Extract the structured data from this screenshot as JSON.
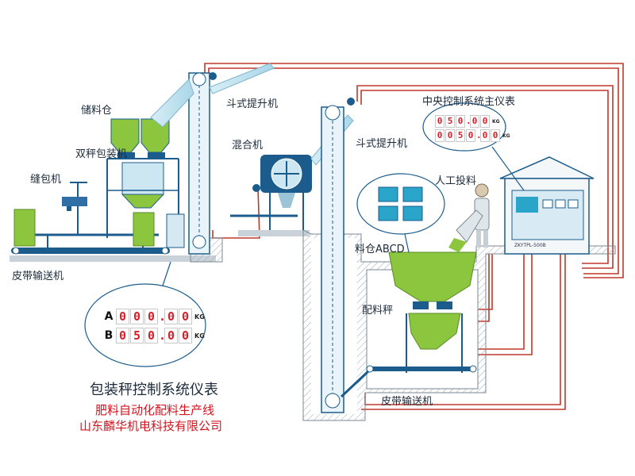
{
  "labels": {
    "storage_bin": "储料仓",
    "twin_scale_packer": "双秤包装机",
    "sewing_machine": "缝包机",
    "belt_conveyor_left": "皮带输送机",
    "bucket_elevator_1": "斗式提升机",
    "mixer": "混合机",
    "bucket_elevator_2": "斗式提升机",
    "central_control_meter": "中央控制系统主仪表",
    "manual_feeding": "人工投料",
    "bin_abcd": "料仓ABCD",
    "batching_scale": "配料秤",
    "belt_conveyor_bottom": "皮带输送机",
    "packing_scale_meter": "包装秤控制系统仪表"
  },
  "packing_meter": {
    "rows": [
      {
        "name": "A",
        "digits": [
          "0",
          "0",
          "0",
          ".",
          "0",
          "0"
        ],
        "unit": "KG"
      },
      {
        "name": "B",
        "digits": [
          "0",
          "5",
          "0",
          ".",
          "0",
          "0"
        ],
        "unit": "KG"
      }
    ]
  },
  "central_meter": {
    "rows": [
      {
        "digits": [
          "0",
          "5",
          "0",
          ".",
          "0",
          "0"
        ],
        "unit": "KG"
      },
      {
        "digits": [
          "0",
          "0",
          "5",
          "0",
          ".",
          "0",
          "0"
        ],
        "unit": "KG"
      }
    ]
  },
  "control_cabinet_model": "ZKYTPL-500B",
  "footer": {
    "line1": "肥料自动化配料生产线",
    "line2": "山东麟华机电科技有限公司"
  },
  "colors": {
    "frame_blue": "#1b5c8c",
    "silo_green": "#8cc63f",
    "wall_red": "#c0392b",
    "pipe_light": "#bfe3f0",
    "footer_red": "#d4141e"
  }
}
